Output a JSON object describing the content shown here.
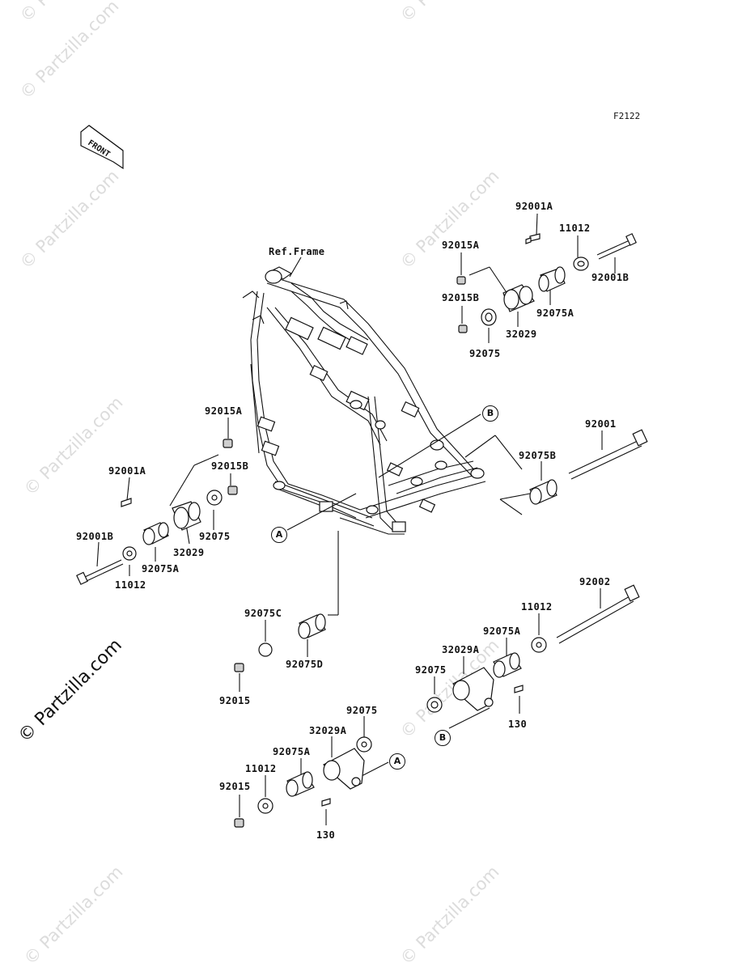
{
  "figure_code": "F2122",
  "front_arrow_text": "FRONT",
  "watermark": "© Partzilla.com",
  "frame_label": "Ref.Frame",
  "callouts": {
    "a": "A",
    "b": "B"
  },
  "part_labels": {
    "top_92001A": "92001A",
    "top_11012": "11012",
    "top_92015A": "92015A",
    "top_92001B": "92001B",
    "top_92015B": "92015B",
    "top_92075A": "92075A",
    "top_32029": "32029",
    "top_92075": "92075",
    "left_92015A": "92015A",
    "left_92001A": "92001A",
    "left_92015B": "92015B",
    "left_92001B": "92001B",
    "left_92075": "92075",
    "left_92075A": "92075A",
    "left_32029": "32029",
    "left_11012": "11012",
    "right_92001": "92001",
    "right_92075B": "92075B",
    "right_92002": "92002",
    "right_11012": "11012",
    "right_92075A": "92075A",
    "right_32029A": "32029A",
    "right_92075": "92075",
    "right_130": "130",
    "mid_92075C": "92075C",
    "mid_92075D": "92075D",
    "mid_92015": "92015",
    "bot_92075": "92075",
    "bot_32029A": "32029A",
    "bot_92075A": "92075A",
    "bot_11012": "11012",
    "bot_92015": "92015",
    "bot_130": "130"
  }
}
